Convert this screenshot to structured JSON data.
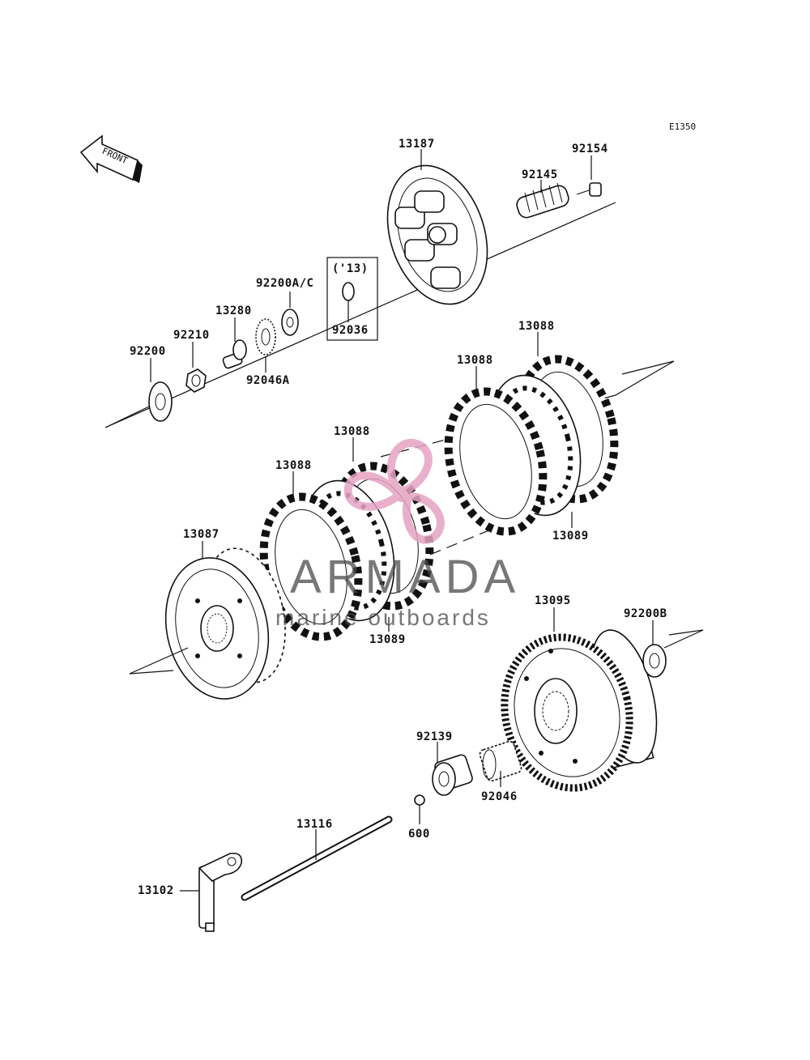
{
  "diagram_code": "E1350",
  "front_label": "FRONT",
  "bracket_note": "('13)",
  "watermark": {
    "brand": "ARMADA",
    "tagline": "marine outboards",
    "brand_color": "#e6a3c4"
  },
  "parts": {
    "p13187": "13187",
    "p92154": "92154",
    "p92145": "92145",
    "p92200ac": "92200A/C",
    "p92036": "92036",
    "p13280": "13280",
    "p92210": "92210",
    "p92200": "92200",
    "p92046a": "92046A",
    "p13088_a": "13088",
    "p13088_b": "13088",
    "p13088_c": "13088",
    "p13088_d": "13088",
    "p13089_a": "13089",
    "p13089_b": "13089",
    "p13087": "13087",
    "p13095": "13095",
    "p92200b": "92200B",
    "p92139": "92139",
    "p92046": "92046",
    "p600": "600",
    "p13116": "13116",
    "p13102": "13102"
  }
}
